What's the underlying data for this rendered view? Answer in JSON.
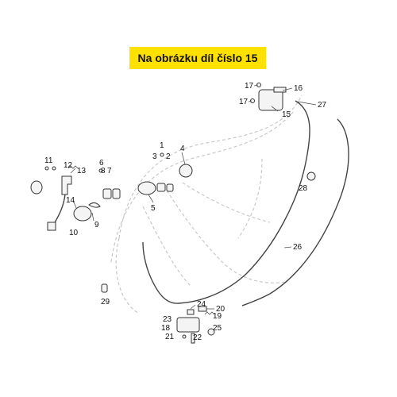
{
  "banner": {
    "text": "Na obrázku díl číslo 15",
    "color": "#ffe100"
  },
  "callouts": [
    {
      "id": "c1",
      "label": "1"
    },
    {
      "id": "c2",
      "label": "2"
    },
    {
      "id": "c3",
      "label": "3"
    },
    {
      "id": "c4",
      "label": "4"
    },
    {
      "id": "c5",
      "label": "5"
    },
    {
      "id": "c6",
      "label": "6"
    },
    {
      "id": "c7",
      "label": "7"
    },
    {
      "id": "c8",
      "label": "8"
    },
    {
      "id": "c9",
      "label": "9"
    },
    {
      "id": "c10",
      "label": "10"
    },
    {
      "id": "c11",
      "label": "11"
    },
    {
      "id": "c12",
      "label": "12"
    },
    {
      "id": "c13",
      "label": "13"
    },
    {
      "id": "c14",
      "label": "14"
    },
    {
      "id": "c15",
      "label": "15"
    },
    {
      "id": "c16",
      "label": "16"
    },
    {
      "id": "c17a",
      "label": "17"
    },
    {
      "id": "c17b",
      "label": "17"
    },
    {
      "id": "c18",
      "label": "18"
    },
    {
      "id": "c19",
      "label": "19"
    },
    {
      "id": "c20",
      "label": "20"
    },
    {
      "id": "c21",
      "label": "21"
    },
    {
      "id": "c22",
      "label": "22"
    },
    {
      "id": "c23",
      "label": "23"
    },
    {
      "id": "c24",
      "label": "24"
    },
    {
      "id": "c25",
      "label": "25"
    },
    {
      "id": "c26",
      "label": "26"
    },
    {
      "id": "c27",
      "label": "27"
    },
    {
      "id": "c28",
      "label": "28"
    },
    {
      "id": "c29",
      "label": "29"
    }
  ]
}
